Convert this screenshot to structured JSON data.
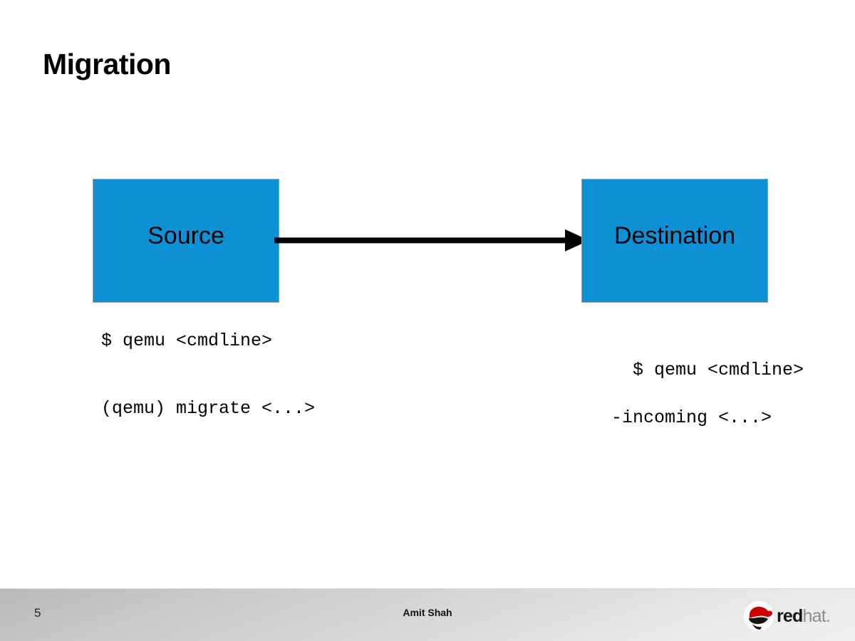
{
  "slide": {
    "title": "Migration",
    "background_color": "#ffffff"
  },
  "diagram": {
    "type": "flow",
    "accent_color": "#0d91d4",
    "nodes": [
      {
        "id": "source",
        "label": "Source"
      },
      {
        "id": "destination",
        "label": "Destination"
      }
    ],
    "edges": [
      {
        "from": "source",
        "to": "destination",
        "style": "solid-arrow",
        "color": "#000000"
      }
    ]
  },
  "commands": {
    "source": {
      "start": "$ qemu <cmdline>",
      "migrate": "(qemu) migrate <...>"
    },
    "destination": {
      "line1": "$ qemu <cmdline>",
      "line2": "-incoming <...>"
    }
  },
  "footer": {
    "page_number": "5",
    "author": "Amit Shah",
    "logo": {
      "word_red": "red",
      "word_hat": "hat",
      "word_dot": ".",
      "mark_color": "#cc0000"
    }
  }
}
